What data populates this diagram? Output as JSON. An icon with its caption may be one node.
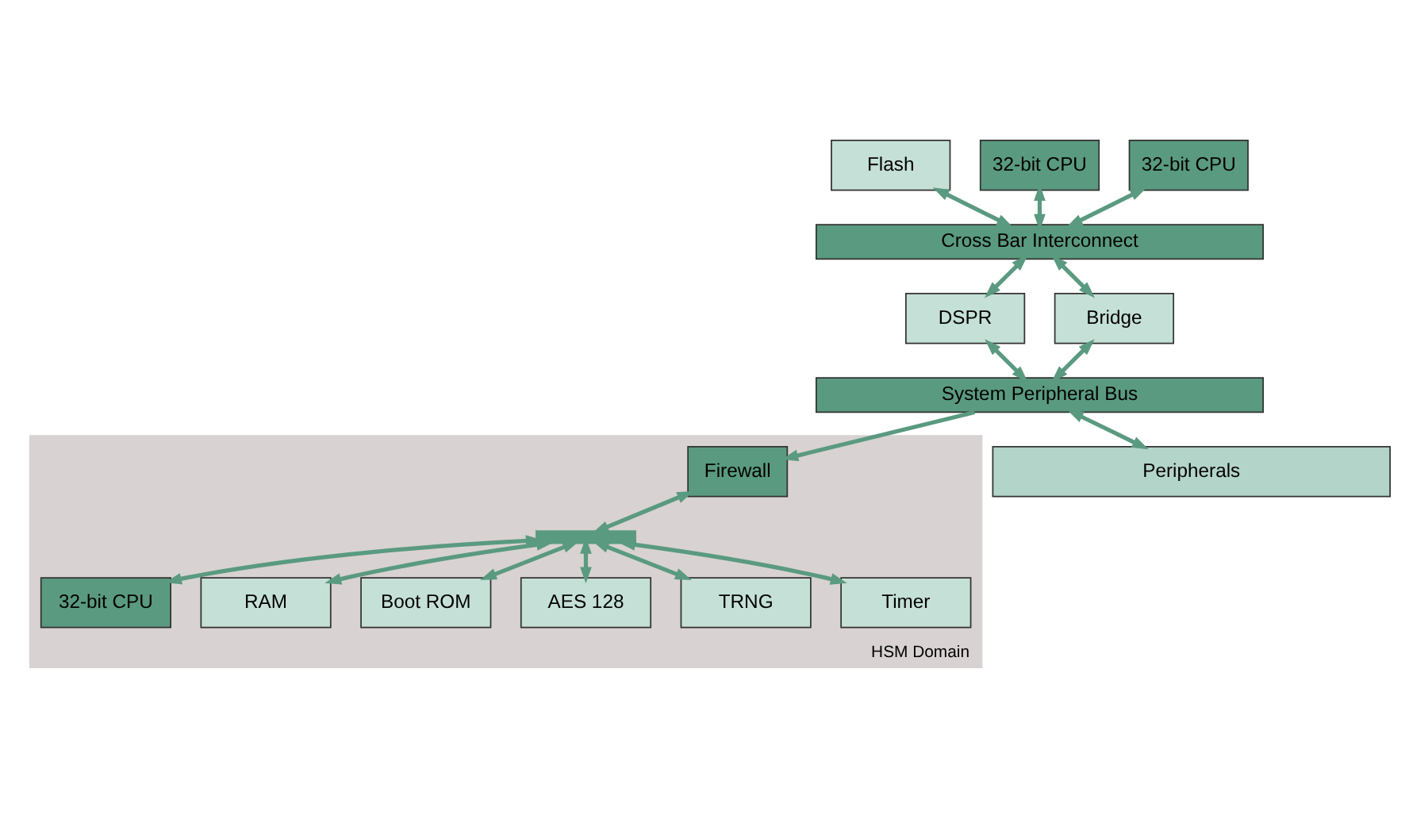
{
  "diagram": {
    "nodes": [
      {
        "text": [
          "HSM Domain"
        ]
      },
      {
        "text": [
          "Flash"
        ]
      },
      {
        "text": [
          "32-bit CPU"
        ]
      },
      {
        "text": [
          "32-bit CPU"
        ]
      },
      {
        "text": [
          "Cross Bar Interconnect"
        ]
      },
      {
        "text": [
          "DSPR"
        ]
      },
      {
        "text": [
          "Bridge"
        ]
      },
      {
        "text": [
          "System Peripheral Bus"
        ]
      },
      {
        "text": [
          "Peripherals"
        ]
      },
      {
        "text": [
          "Firewall"
        ],
        "in": 0
      },
      {
        "text": [],
        "shape": "bar",
        "in": 0
      },
      {
        "text": [
          "32-bit CPU"
        ],
        "in": 0
      },
      {
        "text": [
          "RAM"
        ],
        "in": 0
      },
      {
        "text": [
          "Boot ROM"
        ],
        "in": 0
      },
      {
        "text": [
          "AES 128"
        ],
        "in": 0
      },
      {
        "text": [
          "TRNG"
        ],
        "in": 0
      },
      {
        "text": [
          "Timer"
        ],
        "in": 0
      }
    ],
    "edges": [
      {
        "from": 1,
        "to": 4,
        "arrow": "both"
      },
      {
        "from": 2,
        "to": 4,
        "arrow": "both"
      },
      {
        "from": 3,
        "to": 4,
        "arrow": "both"
      },
      {
        "from": 4,
        "to": 5,
        "arrow": "both"
      },
      {
        "from": 4,
        "to": 6,
        "arrow": "both"
      },
      {
        "from": 5,
        "to": 7,
        "arrow": "both"
      },
      {
        "from": 6,
        "to": 7,
        "arrow": "both"
      },
      {
        "from": 7,
        "to": 8,
        "arrow": "both"
      },
      {
        "from": 7,
        "to": 9,
        "arrow": "to"
      },
      {
        "from": 9,
        "to": 10,
        "arrow": "both"
      },
      {
        "from": 10,
        "to": 11,
        "arrow": "both"
      },
      {
        "from": 10,
        "to": 12,
        "arrow": "both"
      },
      {
        "from": 10,
        "to": 13,
        "arrow": "both"
      },
      {
        "from": 10,
        "to": 14,
        "arrow": "both"
      },
      {
        "from": 10,
        "to": 15,
        "arrow": "both"
      },
      {
        "from": 10,
        "to": 16,
        "arrow": "both"
      }
    ]
  }
}
